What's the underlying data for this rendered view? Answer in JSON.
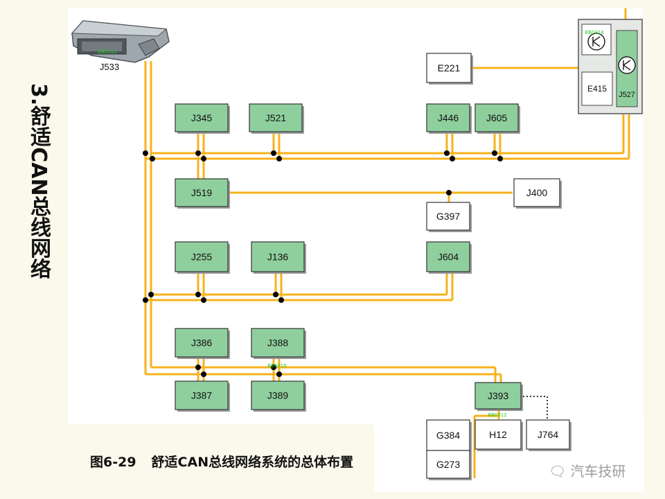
{
  "title": "3.舒适CAN总线网络",
  "caption": {
    "figure_no": "图6-29",
    "text": "舒适CAN总线网络系统的总体布置"
  },
  "watermark": {
    "icon": "wechat-icon",
    "text": "汽车技研"
  },
  "colors": {
    "bus": "#f7b21b",
    "node_green": "#8fcf9e",
    "node_white": "#ffffff",
    "dot": "#000000",
    "green_tag": "#22cc22"
  },
  "gateway": {
    "label": "J533",
    "tag": "BB0311"
  },
  "j527_unit": {
    "label": "J527",
    "e415": "E415",
    "tag": "BB0314"
  },
  "nodes": {
    "E221": "E221",
    "J345": "J345",
    "J521": "J521",
    "J446": "J446",
    "J605": "J605",
    "J519": "J519",
    "J400": "J400",
    "G397": "G397",
    "J255": "J255",
    "J136": "J136",
    "J604": "J604",
    "J386": "J386",
    "J388": "J388",
    "J387": "J387",
    "J389": "J389",
    "J393": "J393",
    "G384": "G384",
    "G273": "G273",
    "H12": "H12",
    "J764": "J764"
  },
  "tags": {
    "t388": "BB0315",
    "t393": "BB0312"
  }
}
